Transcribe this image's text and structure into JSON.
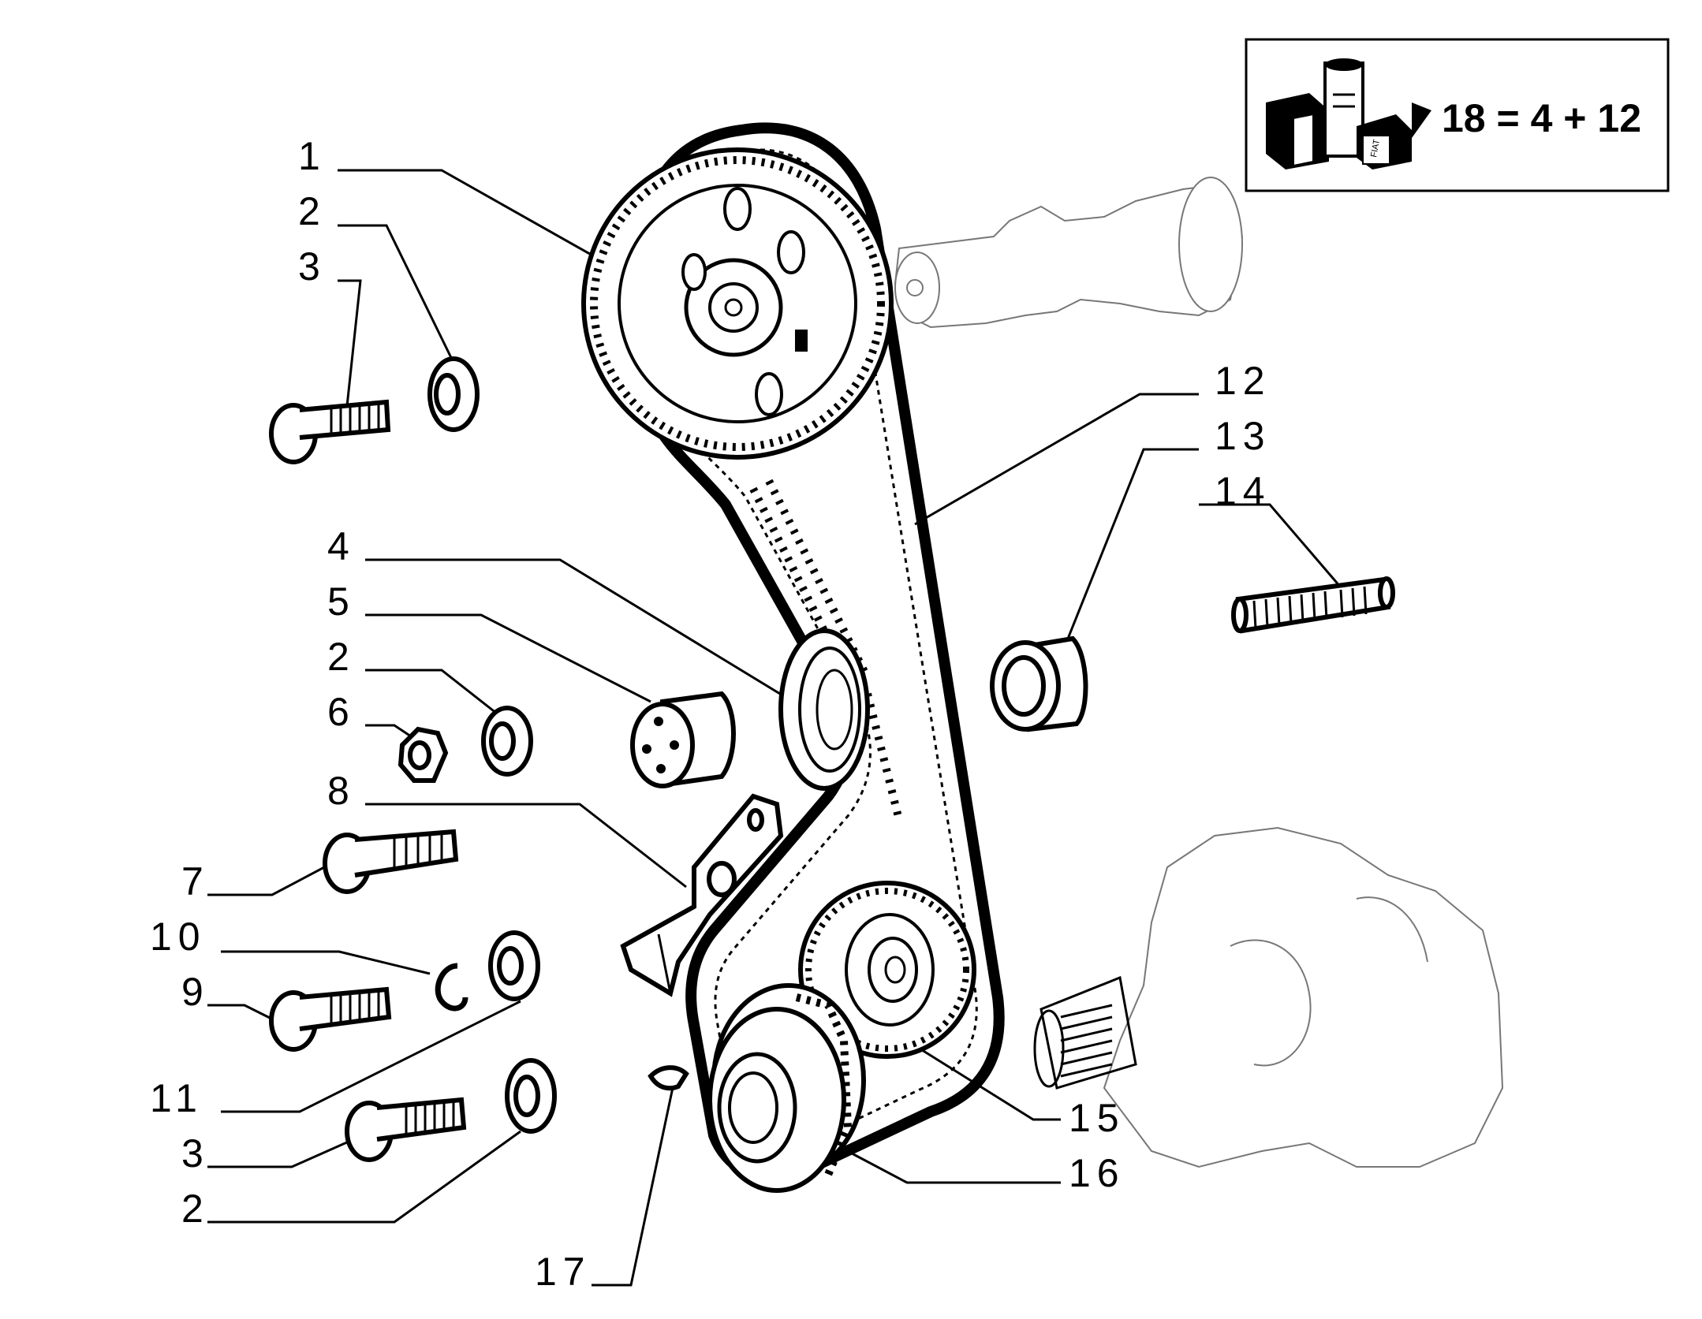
{
  "kit_box": {
    "formula": "18 = 4 + 12",
    "icon": "spare-parts-kit-icon",
    "logo_text": "FIAT"
  },
  "callouts": [
    {
      "id": "c1",
      "text": "1"
    },
    {
      "id": "c2a",
      "text": "2"
    },
    {
      "id": "c3a",
      "text": "3"
    },
    {
      "id": "c4",
      "text": "4"
    },
    {
      "id": "c5",
      "text": "5"
    },
    {
      "id": "c2b",
      "text": "2"
    },
    {
      "id": "c6",
      "text": "6"
    },
    {
      "id": "c8",
      "text": "8"
    },
    {
      "id": "c7",
      "text": "7"
    },
    {
      "id": "c10",
      "text": "10"
    },
    {
      "id": "c9",
      "text": "9"
    },
    {
      "id": "c11",
      "text": "11"
    },
    {
      "id": "c3b",
      "text": "3"
    },
    {
      "id": "c2c",
      "text": "2"
    },
    {
      "id": "c17",
      "text": "17"
    },
    {
      "id": "c12",
      "text": "12"
    },
    {
      "id": "c13",
      "text": "13"
    },
    {
      "id": "c14",
      "text": "14"
    },
    {
      "id": "c15",
      "text": "15"
    },
    {
      "id": "c16",
      "text": "16"
    }
  ]
}
